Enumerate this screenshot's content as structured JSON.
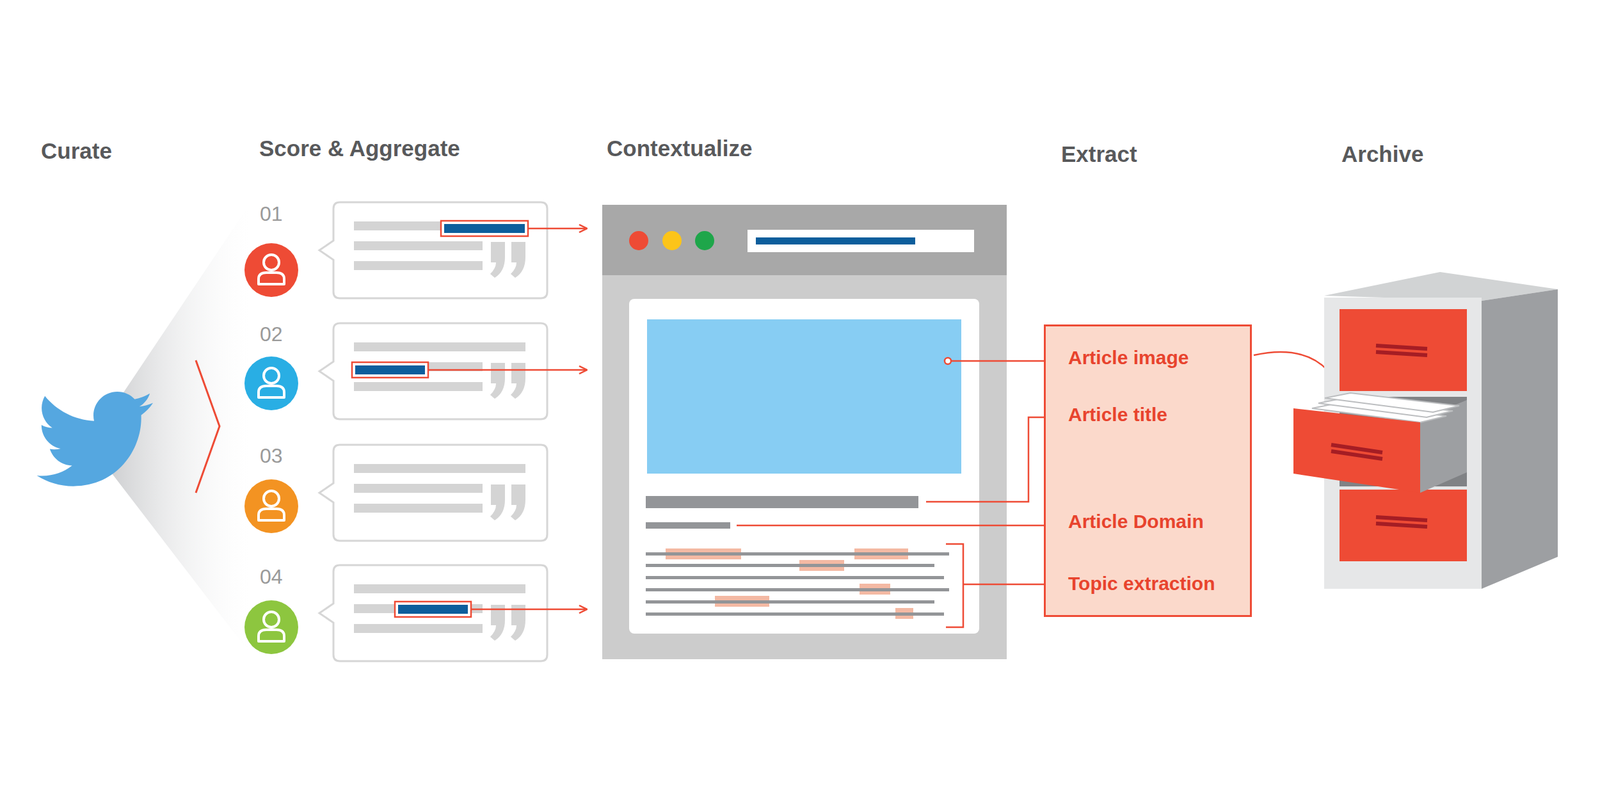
{
  "diagram": {
    "nodes": [
      {
        "text": [
          "Article image",
          "Article title",
          "Article Domain",
          "Topic extraction"
        ]
      }
    ],
    "labels": [
      "Curate",
      "Score & Aggregate",
      "Contextualize",
      "Extract",
      "Archive",
      "01",
      "02",
      "03",
      "04"
    ]
  }
}
